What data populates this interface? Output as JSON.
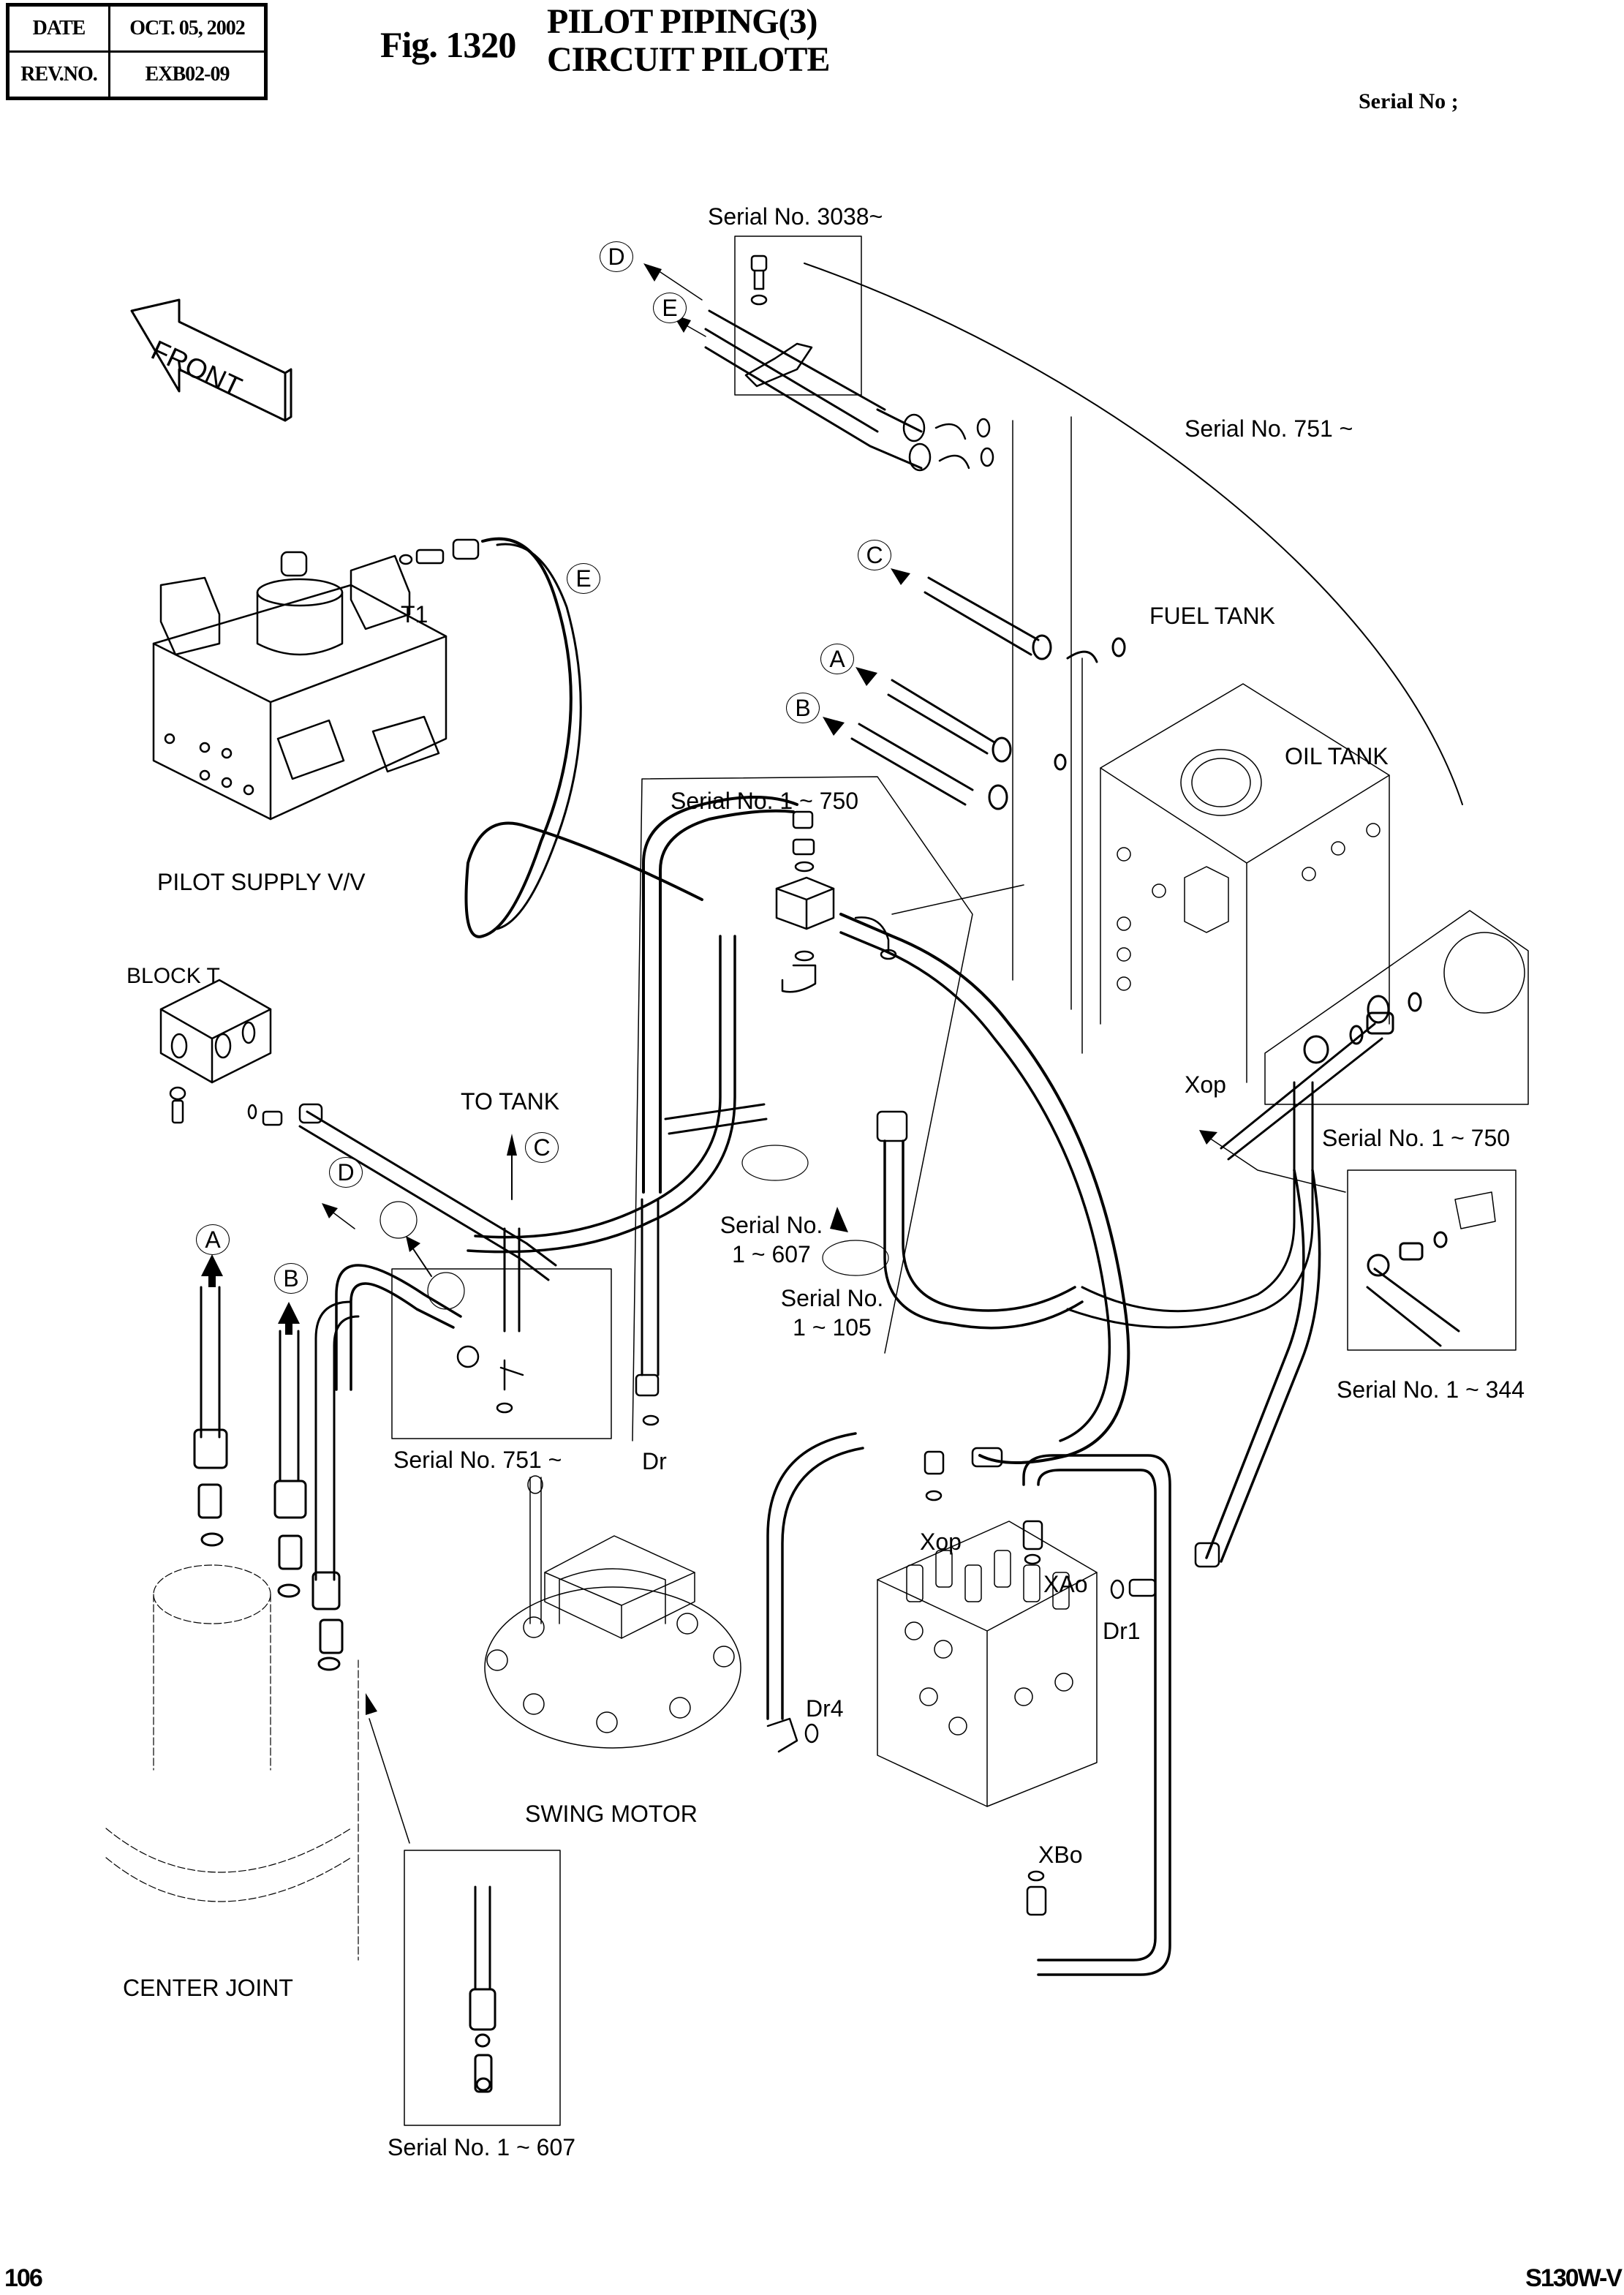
{
  "header": {
    "date_label": "DATE",
    "date_value": "OCT. 05, 2002",
    "rev_label": "REV.NO.",
    "rev_value": "EXB02-09",
    "fig_number": "Fig. 1320",
    "title_en": "PILOT PIPING(3)",
    "title_fr": "CIRCUIT PILOTE",
    "serial_header": "Serial No ;"
  },
  "footer": {
    "page_number": "106",
    "model": "S130W-V"
  },
  "drawing": {
    "front_arrow": "FRONT",
    "components": {
      "pilot_supply_valve": "PILOT SUPPLY V/V",
      "block_t": "BLOCK T",
      "to_tank": "TO TANK",
      "fuel_tank": "FUEL TANK",
      "oil_tank": "OIL TANK",
      "swing_motor": "SWING MOTOR",
      "center_joint": "CENTER JOINT"
    },
    "ports": {
      "t1": "T1",
      "dr": "Dr",
      "xop_main": "Xop",
      "xop_tank": "Xop",
      "xao": "XAo",
      "dr1": "Dr1",
      "dr4": "Dr4",
      "xbo": "XBo"
    },
    "serial_notes": {
      "s3038": "Serial No. 3038~",
      "s751_top": "Serial No. 751 ~",
      "s1_750_center": "Serial No. 1 ~ 750",
      "s1_607_center_a": "Serial No.",
      "s1_607_center_b": "1 ~ 607",
      "s1_105_a": "Serial No.",
      "s1_105_b": "1 ~ 105",
      "s1_750_right": "Serial No. 1 ~ 750",
      "s1_344": "Serial No. 1 ~ 344",
      "s751_left": "Serial No. 751 ~",
      "s1_607_bottom": "Serial No. 1 ~ 607"
    },
    "callouts": {
      "d_top": "D",
      "e_top": "E",
      "e_supply": "E",
      "c_fuel": "C",
      "a_fuel": "A",
      "b_fuel": "B",
      "c_tank": "C",
      "d_block": "D",
      "a_center": "A",
      "b_center": "B"
    }
  }
}
